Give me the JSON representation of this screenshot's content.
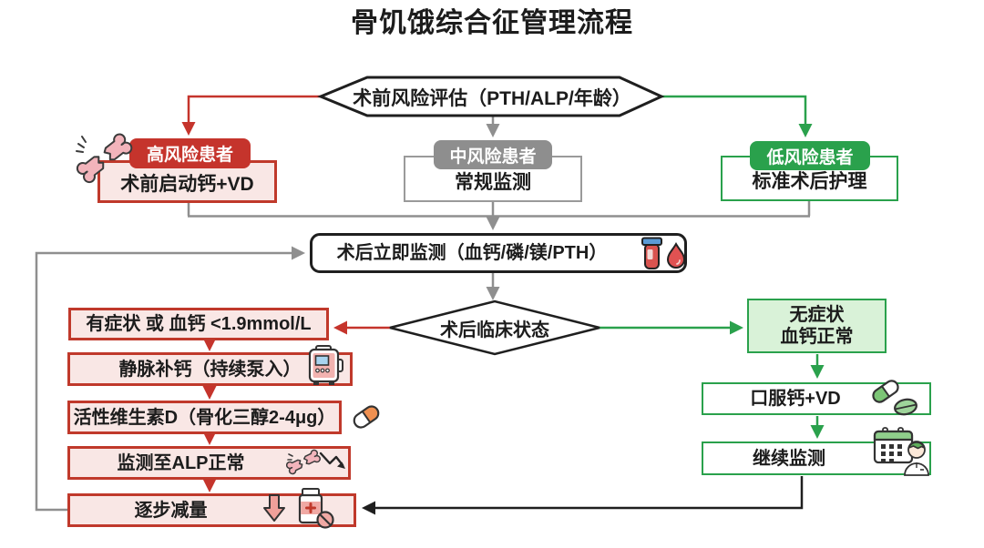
{
  "title": "骨饥饿综合征管理流程",
  "flow": {
    "assessment": "术前风险评估（PTH/ALP/年龄）",
    "branches": {
      "high": {
        "badge": "高风险患者",
        "action": "术前启动钙+VD"
      },
      "medium": {
        "badge": "中风险患者",
        "action": "常规监测"
      },
      "low": {
        "badge": "低风险患者",
        "action": "标准术后护理"
      }
    },
    "monitor": "术后立即监测（血钙/磷/镁/PTH）",
    "decision": "术后临床状态",
    "symptomatic_path": {
      "condition": "有症状 或 血钙 <1.9mmol/L",
      "step_iv": "静脉补钙（持续泵入）",
      "step_vitd": "活性维生素D（骨化三醇2-4μg）",
      "step_alp": "监测至ALP正常",
      "step_taper": "逐步减量"
    },
    "asymptomatic_path": {
      "condition_line1": "无症状",
      "condition_line2": "血钙正常",
      "step_oral": "口服钙+VD",
      "step_follow": "继续监测"
    }
  },
  "icons": {
    "broken_bone": "broken-bone-icon",
    "blood_tube": "blood-tube-icon",
    "blood_drop": "blood-drop-icon",
    "infusion_pump": "infusion-pump-icon",
    "capsule": "capsule-icon",
    "bone_decline": "bone-decline-icon",
    "down_arrow": "down-arrow-icon",
    "pill_bottle": "pill-bottle-icon",
    "green_capsule": "green-capsule-icon",
    "calendar": "calendar-icon",
    "doctor": "doctor-icon"
  },
  "colors": {
    "red": "#c5342c",
    "red_fill": "#f9e7e5",
    "gray": "#8f8f8f",
    "green": "#2aa14c",
    "green_fill": "#d9f2d8",
    "black": "#1f1f1f"
  }
}
